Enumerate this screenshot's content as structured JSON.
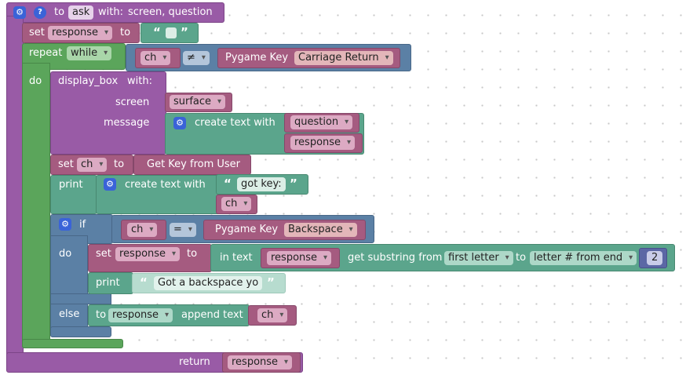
{
  "procedure": {
    "to_label": "to",
    "name": "ask",
    "with_label": "with:",
    "params": "screen, question",
    "return_label": "return",
    "return_var": "response"
  },
  "set_response": {
    "set_label": "set",
    "var": "response",
    "to_label": "to"
  },
  "repeat": {
    "label": "repeat",
    "mode": "while",
    "do_label": "do",
    "cond_var": "ch",
    "cond_op": "≠",
    "key_label": "Pygame Key",
    "key_value": "Carriage Return"
  },
  "display_box": {
    "label": "display_box",
    "with_label": "with:",
    "screen_label": "screen",
    "screen_var": "surface",
    "message_label": "message",
    "create_text": "create text with",
    "item1": "question",
    "item2": "response"
  },
  "set_ch": {
    "set_label": "set",
    "var": "ch",
    "to_label": "to",
    "value": "Get Key from User"
  },
  "print1": {
    "label": "print",
    "create_text": "create text with",
    "text": "got key:",
    "var": "ch"
  },
  "if_block": {
    "if_label": "if",
    "cond_var": "ch",
    "cond_op": "=",
    "key_label": "Pygame Key",
    "key_value": "Backspace",
    "do_label": "do",
    "else_label": "else"
  },
  "set_sub": {
    "set_label": "set",
    "var": "response",
    "to_label": "to",
    "in_text": "in text",
    "in_var": "response",
    "get_sub": "get substring from",
    "from_opt": "first letter",
    "to_label2": "to",
    "to_opt": "letter # from end",
    "num": "2"
  },
  "print2": {
    "label": "print",
    "text": "Got a backspace yo"
  },
  "append": {
    "to_label": "to",
    "var": "response",
    "append_label": "append text",
    "value_var": "ch"
  },
  "colors": {
    "procedure": "#995ba6",
    "loop": "#5ba55b",
    "variable": "#a55b80",
    "text": "#5ba58c",
    "logic": "#5b80a5"
  }
}
